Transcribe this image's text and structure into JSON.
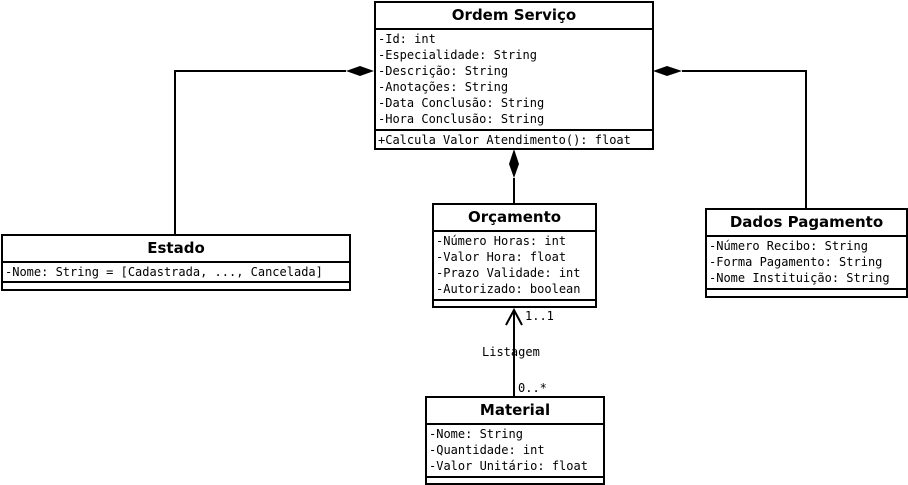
{
  "classes": {
    "ordem_servico": {
      "name": "Ordem Serviço",
      "attributes": [
        "-Id: int",
        "-Especialidade: String",
        "-Descrição: String",
        "-Anotações: String",
        "-Data Conclusão: String",
        "-Hora Conclusão: String"
      ],
      "operations": [
        "+Calcula Valor Atendimento(): float"
      ]
    },
    "estado": {
      "name": "Estado",
      "attributes": [
        "-Nome: String = [Cadastrada, ..., Cancelada]"
      ],
      "operations": []
    },
    "orcamento": {
      "name": "Orçamento",
      "attributes": [
        "-Número Horas: int",
        "-Valor Hora: float",
        "-Prazo Validade: int",
        "-Autorizado: boolean"
      ],
      "operations": []
    },
    "dados_pagamento": {
      "name": "Dados Pagamento",
      "attributes": [
        "-Número Recibo: String",
        "-Forma Pagamento: String",
        "-Nome Instituição: String"
      ],
      "operations": []
    },
    "material": {
      "name": "Material",
      "attributes": [
        "-Nome: String",
        "-Quantidade: int",
        "-Valor Unitário: float"
      ],
      "operations": []
    }
  },
  "associations": {
    "listagem": {
      "label": "Listagem",
      "multiplicity_target": "1..1",
      "multiplicity_source": "0..*"
    }
  }
}
